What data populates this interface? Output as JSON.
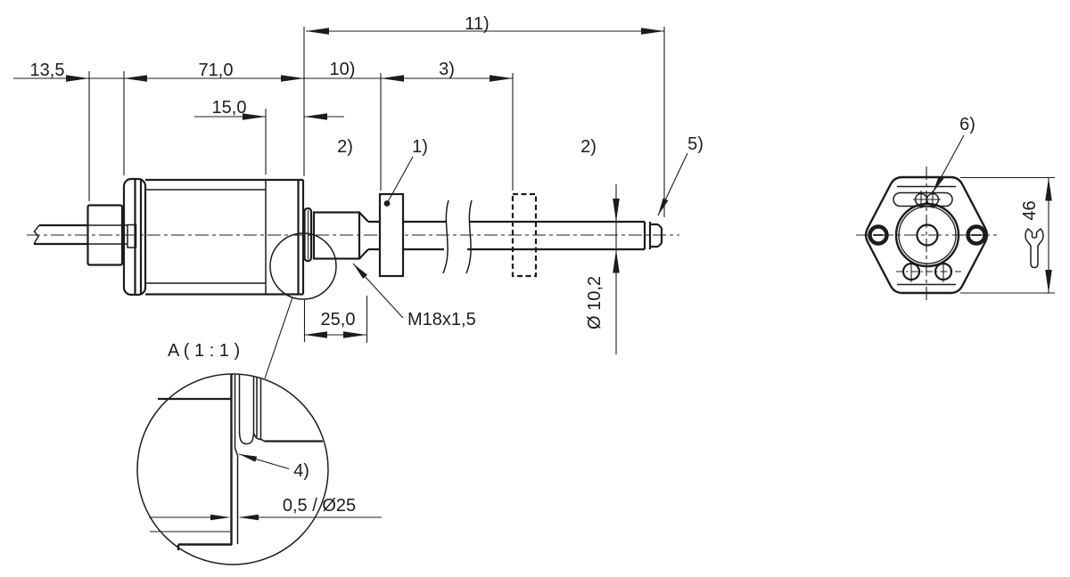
{
  "main_view": {
    "dims": {
      "d13_5": "13,5",
      "d71_0": "71,0",
      "d15_0": "15,0",
      "d25_0": "25,0",
      "d11": "11)",
      "d10": "10)",
      "d3": "3)",
      "dia_10_2": "Ø 10,2",
      "thread": "M18x1,5"
    },
    "refs": {
      "r1": "1)",
      "r2a": "2)",
      "r2b": "2)",
      "r5": "5)"
    }
  },
  "detail_view": {
    "title": "A  ( 1 : 1 )",
    "r4": "4)",
    "d0_5": "0,5 / Ø25"
  },
  "end_view": {
    "r6": "6)",
    "sw": "46"
  },
  "colors": {
    "line": "#1c1c1c",
    "background": "#ffffff"
  }
}
